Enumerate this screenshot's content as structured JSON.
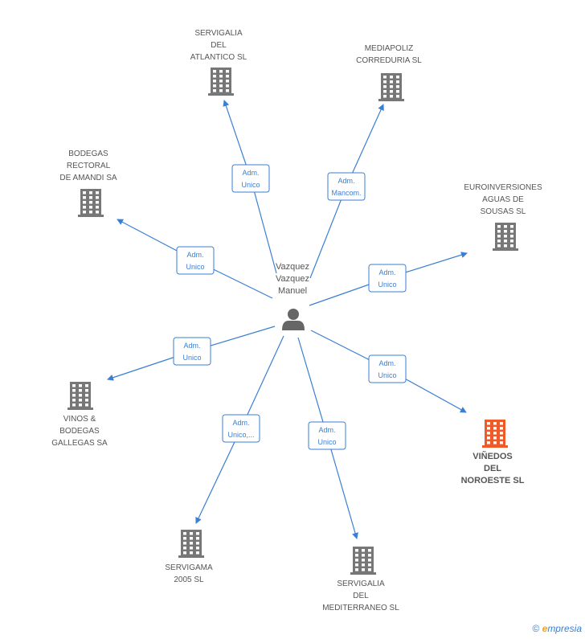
{
  "colors": {
    "edge": "#3a7fd5",
    "building": "#777777",
    "building_highlight": "#f05a28",
    "text": "#555555"
  },
  "center": {
    "name_lines": [
      "Vazquez",
      "Vazquez",
      "Manuel"
    ],
    "icon": "person-icon"
  },
  "companies": [
    {
      "id": "servigalia-atlantico",
      "lines": [
        "SERVIGALIA",
        "DEL",
        "ATLANTICO SL"
      ],
      "highlight": false,
      "icon": "building-icon"
    },
    {
      "id": "mediapoliz",
      "lines": [
        "MEDIAPOLIZ",
        "CORREDURIA SL"
      ],
      "highlight": false,
      "icon": "building-icon"
    },
    {
      "id": "bodegas-rectoral",
      "lines": [
        "BODEGAS",
        "RECTORAL",
        "DE AMANDI SA"
      ],
      "highlight": false,
      "icon": "building-icon"
    },
    {
      "id": "euroinversiones",
      "lines": [
        "EUROINVERSIONES",
        "AGUAS DE",
        "SOUSAS SL"
      ],
      "highlight": false,
      "icon": "building-icon"
    },
    {
      "id": "vinos-bodegas",
      "lines": [
        "VINOS &",
        "BODEGAS",
        "GALLEGAS SA"
      ],
      "highlight": false,
      "icon": "building-icon"
    },
    {
      "id": "vinedos-noroeste",
      "lines": [
        "VIÑEDOS",
        "DEL",
        "NOROESTE SL"
      ],
      "highlight": true,
      "icon": "building-icon"
    },
    {
      "id": "servigama",
      "lines": [
        "SERVIGAMA",
        "2005 SL"
      ],
      "highlight": false,
      "icon": "building-icon"
    },
    {
      "id": "servigalia-mediterraneo",
      "lines": [
        "SERVIGALIA",
        "DEL",
        "MEDITERRANEO SL"
      ],
      "highlight": false,
      "icon": "building-icon"
    }
  ],
  "edges": [
    {
      "to": "servigalia-atlantico",
      "lines": [
        "Adm.",
        "Unico"
      ]
    },
    {
      "to": "mediapoliz",
      "lines": [
        "Adm.",
        "Mancom."
      ]
    },
    {
      "to": "bodegas-rectoral",
      "lines": [
        "Adm.",
        "Unico"
      ]
    },
    {
      "to": "euroinversiones",
      "lines": [
        "Adm.",
        "Unico"
      ]
    },
    {
      "to": "vinos-bodegas",
      "lines": [
        "Adm.",
        "Unico"
      ]
    },
    {
      "to": "vinedos-noroeste",
      "lines": [
        "Adm.",
        "Unico"
      ]
    },
    {
      "to": "servigama",
      "lines": [
        "Adm.",
        "Unico,..."
      ]
    },
    {
      "to": "servigalia-mediterraneo",
      "lines": [
        "Adm.",
        "Unico"
      ]
    }
  ],
  "footer": {
    "copyright": "©",
    "brand_initial": "e",
    "brand_rest": "mpresia"
  }
}
